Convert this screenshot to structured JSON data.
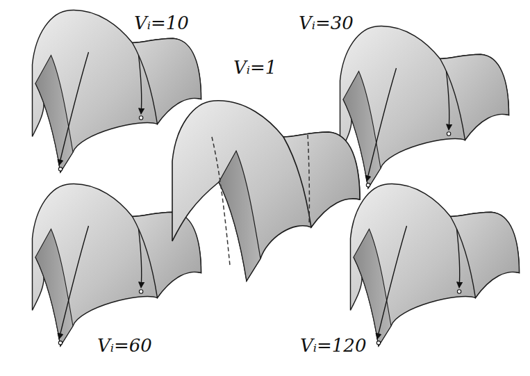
{
  "diagram": {
    "labels": [
      "Vᵢ=10",
      "Vᵢ=30",
      "Vᵢ=1",
      "Vᵢ=60",
      "Vᵢ=120"
    ]
  }
}
